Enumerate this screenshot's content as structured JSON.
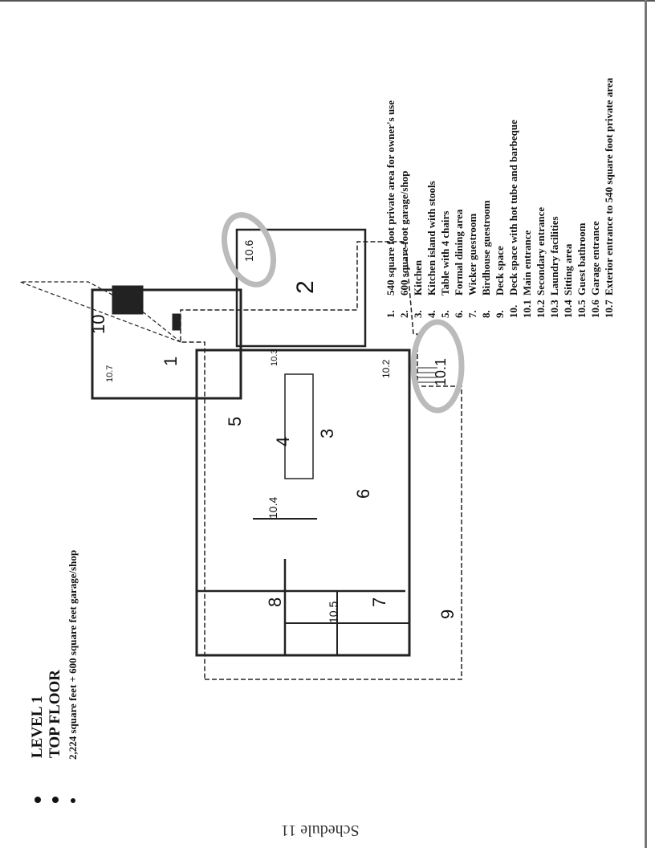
{
  "title": {
    "level": "LEVEL 1",
    "floor": "TOP FLOOR",
    "area": "2,224 square feet + 600 square feet garage/shop"
  },
  "legend": [
    {
      "num": "1.",
      "text": "540 square foot private area for owner's use"
    },
    {
      "num": "2.",
      "text": "600 square foot garage/shop"
    },
    {
      "num": "3.",
      "text": "Kitchen"
    },
    {
      "num": "4.",
      "text": "Kitchen island with stools"
    },
    {
      "num": "5.",
      "text": "Table with 4 chairs"
    },
    {
      "num": "6.",
      "text": "Formal dining area"
    },
    {
      "num": "7.",
      "text": "Wicker guestroom"
    },
    {
      "num": "8.",
      "text": "Birdhouse guestroom"
    },
    {
      "num": "9.",
      "text": "Deck space"
    },
    {
      "num": "10.",
      "text": "Deck space with hot tube and barbeque"
    },
    {
      "num": "10.1",
      "text": "Main entrance"
    },
    {
      "num": "10.2",
      "text": "Secondary entrance"
    },
    {
      "num": "10.3",
      "text": "Laundry facilities"
    },
    {
      "num": "10.4",
      "text": "Sitting area"
    },
    {
      "num": "10.5",
      "text": "Guest bathroom"
    },
    {
      "num": "10.6",
      "text": "Garage entrance"
    },
    {
      "num": "10.7",
      "text": "Exterior entrance to 540 square foot private area"
    }
  ],
  "plan_labels": {
    "r1": "1",
    "r2": "2",
    "r3": "3",
    "r4": "4",
    "r5": "5",
    "r6": "6",
    "r7": "7",
    "r8": "8",
    "r9": "9",
    "r10": "10",
    "e101": "10.1",
    "e102": "10.2",
    "e103": "10.3",
    "e104": "10.4",
    "e105": "10.5",
    "e106": "10.6",
    "e107": "10.7"
  },
  "footer": "Schedule 11"
}
